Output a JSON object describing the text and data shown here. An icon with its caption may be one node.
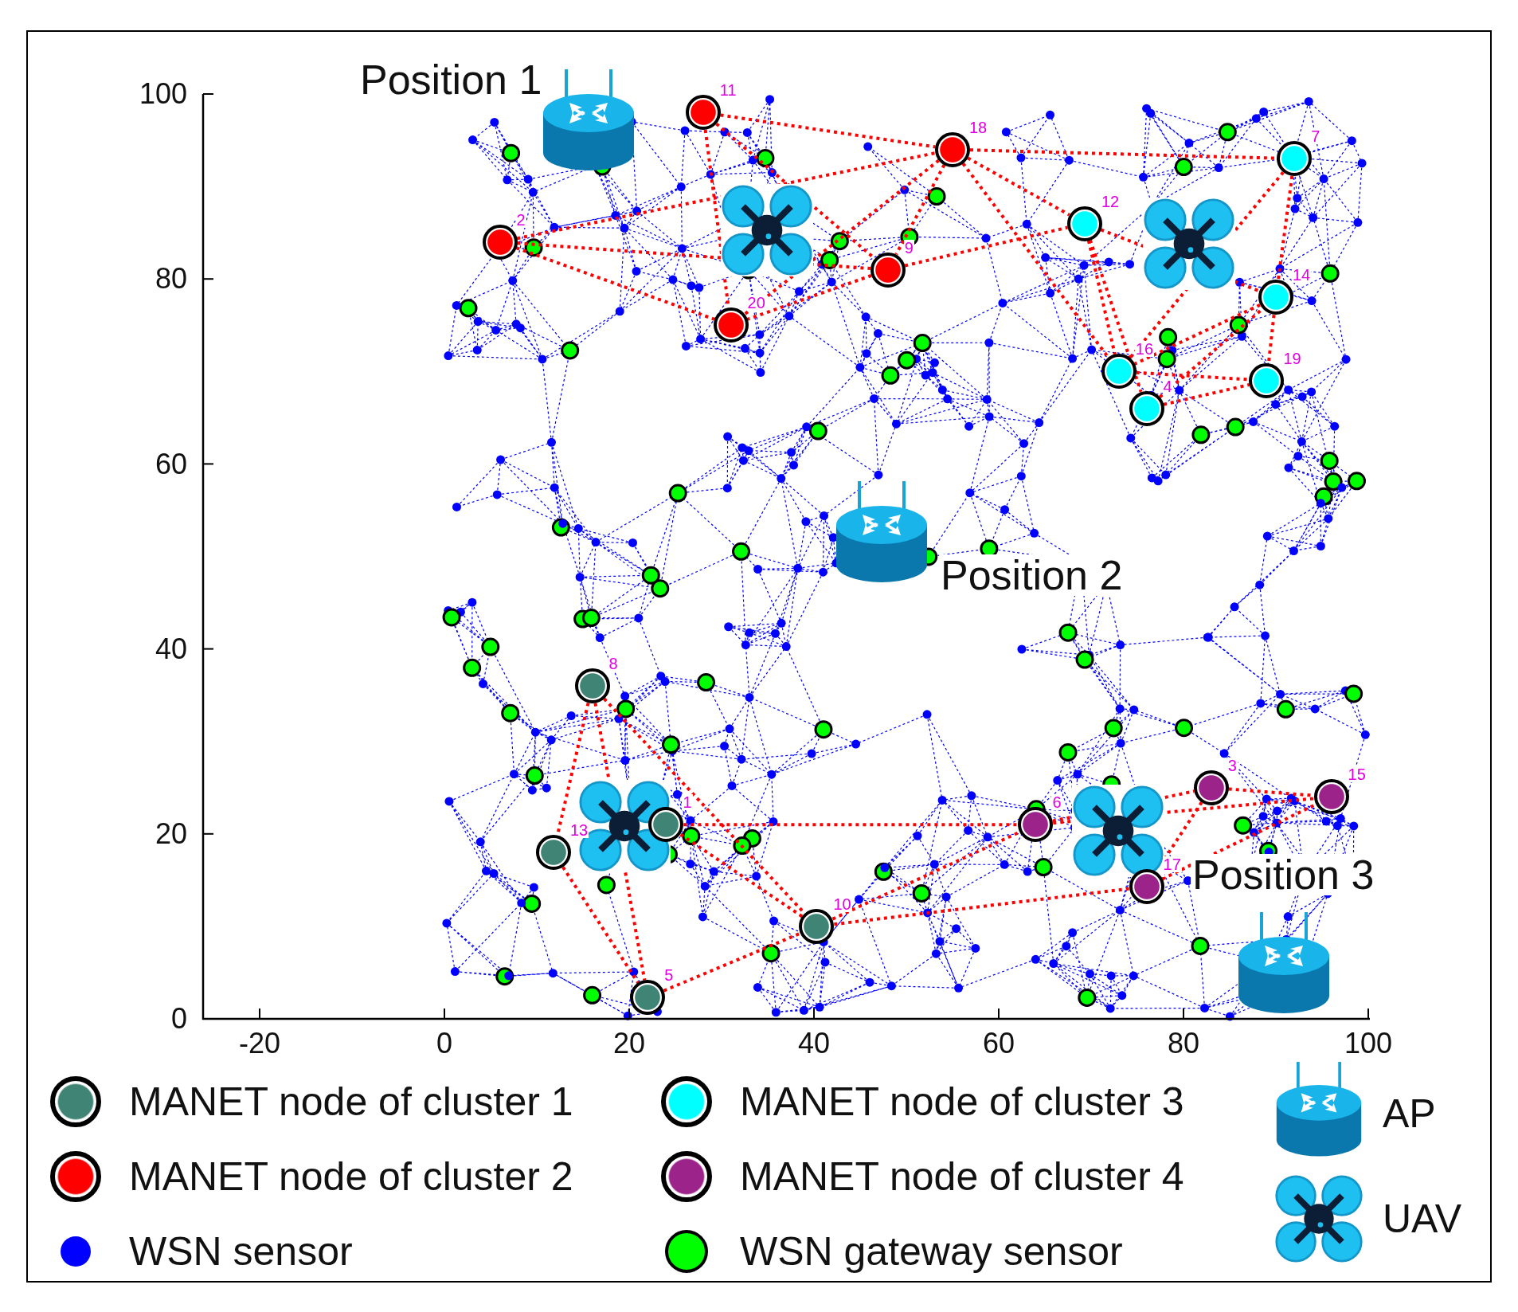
{
  "diagram": {
    "nodes": [
      {
        "text": [],
        "shape": "circle",
        "beside": [
          "1"
        ]
      },
      {
        "text": [],
        "shape": "circle",
        "beside": [
          "2"
        ]
      },
      {
        "text": [],
        "shape": "circle",
        "beside": [
          "3"
        ]
      },
      {
        "text": [],
        "shape": "circle",
        "beside": [
          "4"
        ]
      },
      {
        "text": [],
        "shape": "circle",
        "beside": [
          "5"
        ]
      },
      {
        "text": [],
        "shape": "circle",
        "beside": [
          "6"
        ]
      },
      {
        "text": [],
        "shape": "circle",
        "beside": [
          "7"
        ]
      },
      {
        "text": [],
        "shape": "circle",
        "beside": [
          "8"
        ]
      },
      {
        "text": [],
        "shape": "circle",
        "beside": [
          "9"
        ]
      },
      {
        "text": [],
        "shape": "circle",
        "beside": [
          "10"
        ]
      },
      {
        "text": [],
        "shape": "circle",
        "beside": [
          "11"
        ]
      },
      {
        "text": [],
        "shape": "circle",
        "beside": [
          "12"
        ]
      },
      {
        "text": [],
        "shape": "circle",
        "beside": [
          "13"
        ]
      },
      {
        "text": [],
        "shape": "circle",
        "beside": [
          "14"
        ]
      },
      {
        "text": [],
        "shape": "circle",
        "beside": [
          "15"
        ]
      },
      {
        "text": [],
        "shape": "circle",
        "beside": [
          "16"
        ]
      },
      {
        "text": [],
        "shape": "circle",
        "beside": [
          "17"
        ]
      },
      {
        "text": [],
        "shape": "circle",
        "beside": [
          "18"
        ]
      },
      {
        "text": [],
        "shape": "circle",
        "beside": [
          "19"
        ]
      },
      {
        "text": [],
        "shape": "circle",
        "beside": [
          "20"
        ]
      }
    ],
    "edges": [
      {
        "from": 1,
        "to": 19,
        "arrow": "none"
      },
      {
        "from": 1,
        "to": 8,
        "arrow": "none"
      },
      {
        "from": 1,
        "to": 17,
        "arrow": "none"
      },
      {
        "from": 10,
        "to": 19,
        "arrow": "none"
      },
      {
        "from": 10,
        "to": 17,
        "arrow": "none"
      },
      {
        "from": 10,
        "to": 8,
        "arrow": "none"
      },
      {
        "from": 17,
        "to": 8,
        "arrow": "none"
      },
      {
        "from": 17,
        "to": 19,
        "arrow": "none"
      },
      {
        "from": 8,
        "to": 19,
        "arrow": "none"
      },
      {
        "from": 17,
        "to": 15,
        "arrow": "none"
      },
      {
        "from": 17,
        "to": 11,
        "arrow": "none"
      },
      {
        "from": 17,
        "to": 6,
        "arrow": "none"
      },
      {
        "from": 8,
        "to": 11,
        "arrow": "none"
      },
      {
        "from": 11,
        "to": 15,
        "arrow": "none"
      },
      {
        "from": 11,
        "to": 3,
        "arrow": "none"
      },
      {
        "from": 11,
        "to": 13,
        "arrow": "none"
      },
      {
        "from": 6,
        "to": 13,
        "arrow": "none"
      },
      {
        "from": 6,
        "to": 15,
        "arrow": "none"
      },
      {
        "from": 13,
        "to": 18,
        "arrow": "none"
      },
      {
        "from": 13,
        "to": 15,
        "arrow": "none"
      },
      {
        "from": 15,
        "to": 18,
        "arrow": "none"
      },
      {
        "from": 3,
        "to": 13,
        "arrow": "none"
      },
      {
        "from": 3,
        "to": 18,
        "arrow": "none"
      },
      {
        "from": 7,
        "to": 12,
        "arrow": "none"
      },
      {
        "from": 7,
        "to": 4,
        "arrow": "none"
      },
      {
        "from": 7,
        "to": 9,
        "arrow": "none"
      },
      {
        "from": 12,
        "to": 4,
        "arrow": "none"
      },
      {
        "from": 0,
        "to": 9,
        "arrow": "none"
      },
      {
        "from": 0,
        "to": 5,
        "arrow": "none"
      },
      {
        "from": 4,
        "to": 9,
        "arrow": "none"
      },
      {
        "from": 9,
        "to": 16,
        "arrow": "none"
      },
      {
        "from": 9,
        "to": 5,
        "arrow": "none"
      },
      {
        "from": 2,
        "to": 14,
        "arrow": "none"
      },
      {
        "from": 5,
        "to": 14,
        "arrow": "none"
      },
      {
        "from": 16,
        "to": 14,
        "arrow": "none"
      },
      {
        "from": 2,
        "to": 16,
        "arrow": "none"
      },
      {
        "from": 5,
        "to": 2,
        "arrow": "none"
      }
    ],
    "labels": [
      "Position 1",
      "100",
      "80",
      "60",
      "Position 2",
      "40",
      "20",
      "Position 3",
      "0",
      "-20",
      "0",
      "20",
      "40",
      "60",
      "80",
      "100"
    ],
    "legend": [
      {
        "text": "MANET node of cluster 1",
        "color": "#3f8474"
      },
      {
        "text": "MANET node of cluster 3",
        "color": "#00ffff"
      },
      {
        "text": "AP"
      },
      {
        "text": "MANET node of cluster 2",
        "color": "#ff0000"
      },
      {
        "text": "MANET node of cluster 4",
        "color": "#9b2389"
      },
      {
        "text": "UAV"
      },
      {
        "text": "WSN sensor",
        "color": "#0000ff"
      },
      {
        "text": "WSN gateway sensor",
        "color": "#00ff00"
      }
    ]
  }
}
